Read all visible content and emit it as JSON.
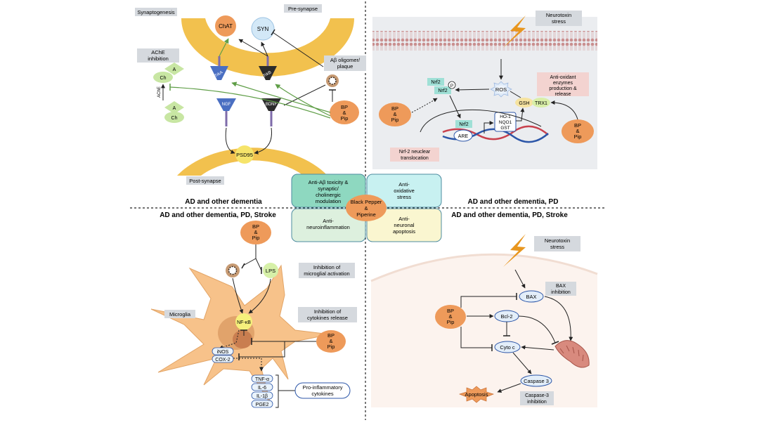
{
  "center": {
    "label": [
      "Black Pepper",
      "&",
      "Piperine"
    ],
    "quadrants": {
      "top_left": [
        "Anti-Aβ toxicity &",
        "synaptic/",
        "cholinergic",
        "modulation"
      ],
      "top_right": [
        "Anti-",
        "oxidative",
        "stress"
      ],
      "bottom_left": [
        "Anti-",
        "neuroinflammation"
      ],
      "bottom_right": [
        "Anti-",
        "neuronal",
        "apoptosis"
      ]
    }
  },
  "disease_labels": {
    "q1": "AD and other dementia",
    "q2": "AD and other dementia, PD",
    "q3": "AD and other dementia, PD, Stroke",
    "q4": "AD and other dementia, PD, Stroke"
  },
  "synapse_panel": {
    "synaptogenesis": "Synaptogenesis",
    "pre_synapse": "Pre-synapse",
    "post_synapse": "Post-synapse",
    "chat": "ChAT",
    "syn": "SYN",
    "psd95": "PSD95",
    "ache_inhibition": [
      "AChE",
      "inhibition"
    ],
    "ache": "AChE",
    "a": "A",
    "ch": "Ch",
    "abeta": [
      "Aβ oligomer/",
      "plaque"
    ],
    "trka": "TrkA",
    "trkb": "TrkB",
    "ngf": "NGF",
    "bdnf": "BDNF",
    "bp_pip": [
      "BP",
      "&",
      "Pip"
    ]
  },
  "oxidative_panel": {
    "neurotoxin": [
      "Neurotoxin",
      "stress"
    ],
    "ros": "ROS",
    "nrf2": "Nrf2",
    "p": "P",
    "are": "ARE",
    "genes": [
      "HO-1",
      "NQO1",
      "GST"
    ],
    "gsh": "GSH",
    "trx1": "TRX1",
    "antioxidant": [
      "Anti-oxidant",
      "enzymes",
      "production &",
      "release"
    ],
    "translocation": [
      "Nrf-2 neuclear",
      "translocation"
    ],
    "bp_pip": [
      "BP",
      "&",
      "Pip"
    ]
  },
  "microglia_panel": {
    "bp_pip": [
      "BP",
      "&",
      "Pip"
    ],
    "lps": "LPS",
    "microglia": "Microglia",
    "nfkb": "NF-κB",
    "inos": "iNOS",
    "cox2": "COX-2",
    "inhibition_microglial": [
      "Inhibition of",
      "microglial activation"
    ],
    "inhibition_cytokines": [
      "Inhibition of",
      "cytokines release"
    ],
    "cytokines": [
      "TNF-α",
      "IL-6",
      "IL-1β",
      "PGE2"
    ],
    "proinflammatory": [
      "Pro-inflammatory",
      "cytokines"
    ]
  },
  "apoptosis_panel": {
    "neurotoxin": [
      "Neurotoxin",
      "stress"
    ],
    "bax": "BAX",
    "bcl2": "Bcl-2",
    "cytoc": "Cyto c",
    "caspase3": "Caspase 3",
    "apoptosis": "Apoptosis",
    "bax_inhibition": [
      "BAX",
      "inhibition"
    ],
    "caspase_inhibition": [
      "Caspase-3",
      "inhibition"
    ],
    "bp_pip": [
      "BP",
      "&",
      "Pip"
    ]
  },
  "colors": {
    "orange": "#EE9A5A",
    "synapse_gold": "#F2C14E",
    "microglia": "#F7C28A",
    "teal_box": "#8ED8C0",
    "cyan_box": "#C8F1F1",
    "mint_box": "#DDF0DE",
    "yellow_box": "#FAF6D0",
    "gray_label": "#D5D9DE",
    "pink_label": "#F3D3D0",
    "panel_gray": "#EBEDF0"
  }
}
